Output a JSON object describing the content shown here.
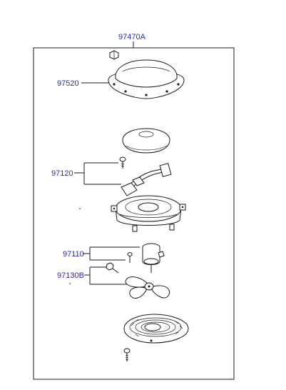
{
  "diagram": {
    "parts": {
      "assembly": "97470A",
      "cover": "97520",
      "housing_assy": "97120",
      "motor": "97110",
      "fan_bolt": "97130B"
    }
  }
}
